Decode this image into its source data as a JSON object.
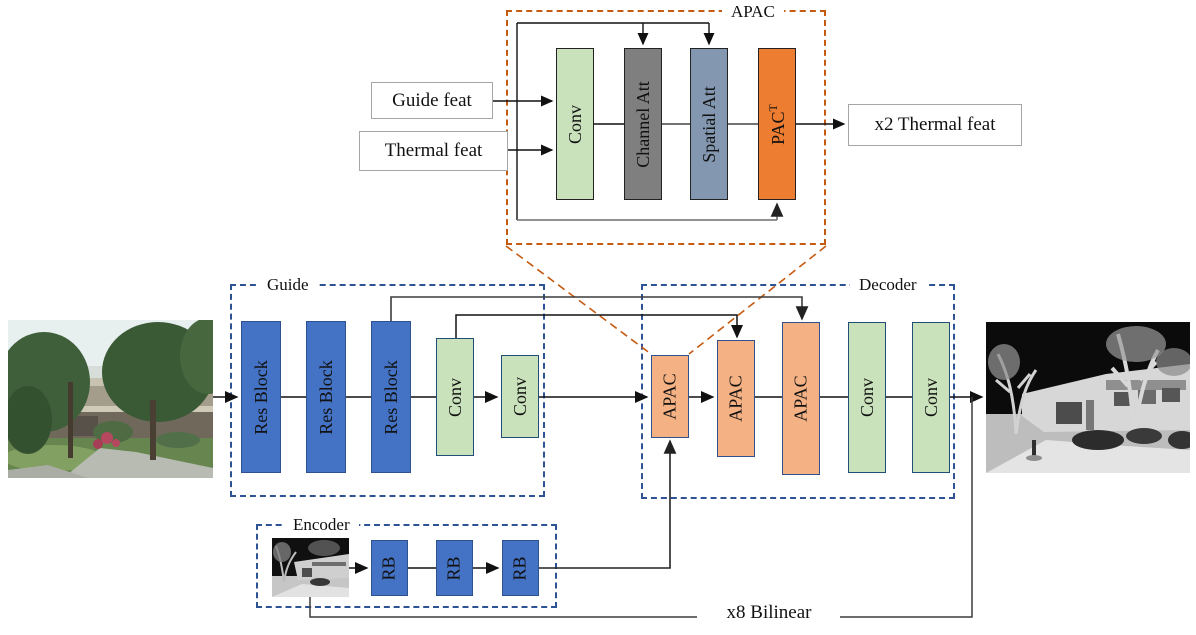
{
  "apac_module": {
    "box_label": "APAC",
    "inputs": [
      {
        "label": "Guide feat"
      },
      {
        "label": "Thermal feat"
      }
    ],
    "blocks": [
      {
        "label": "Conv",
        "color": "#C9E2BB"
      },
      {
        "label": "Channel Att",
        "color": "#7F7F7F"
      },
      {
        "label": "Spatial Att",
        "color": "#8497B0"
      },
      {
        "label": "PAC",
        "sup": "T",
        "color": "#ED7D31"
      }
    ],
    "output_label": "x2 Thermal feat"
  },
  "guide": {
    "box_label": "Guide",
    "blocks": [
      {
        "label": "Res Block",
        "color": "#4472C4"
      },
      {
        "label": "Res Block",
        "color": "#4472C4"
      },
      {
        "label": "Res Block",
        "color": "#4472C4"
      },
      {
        "label": "Conv",
        "color": "#C9E2BB"
      },
      {
        "label": "Conv",
        "color": "#C9E2BB"
      }
    ]
  },
  "decoder": {
    "box_label": "Decoder",
    "blocks": [
      {
        "label": "APAC",
        "color": "#F4B183"
      },
      {
        "label": "APAC",
        "color": "#F4B183"
      },
      {
        "label": "APAC",
        "color": "#F4B183"
      },
      {
        "label": "Conv",
        "color": "#C9E2BB"
      },
      {
        "label": "Conv",
        "color": "#C9E2BB"
      }
    ]
  },
  "encoder": {
    "box_label": "Encoder",
    "blocks": [
      {
        "label": "RB",
        "color": "#4472C4"
      },
      {
        "label": "RB",
        "color": "#4472C4"
      },
      {
        "label": "RB",
        "color": "#4472C4"
      }
    ]
  },
  "annotations": {
    "bilinear_label": "x8 Bilinear"
  },
  "images": {
    "input": "rgb-guide-photo",
    "encoder_input": "thermal-low-res-photo",
    "output": "thermal-upsampled-photo"
  },
  "colors": {
    "res_block_blue": "#4472C4",
    "block_border_navy": "#2F528F",
    "conv_green": "#C9E2BB",
    "channel_att_gray": "#7F7F7F",
    "spatial_att_blue_gray": "#8497B0",
    "pac_orange": "#ED7D31",
    "apac_light_orange": "#F4B183",
    "group_box_navy_dash": "#2E5395",
    "apac_box_orange_dash": "#C55A11"
  }
}
